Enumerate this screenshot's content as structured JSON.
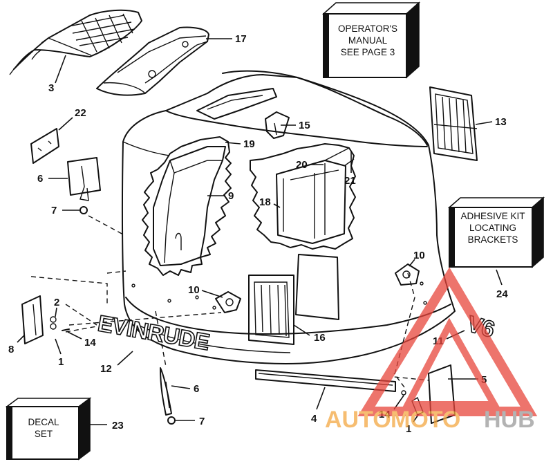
{
  "callouts": {
    "c1a": "1",
    "c1b": "1",
    "c2": "2",
    "c3": "3",
    "c4": "4",
    "c5": "5",
    "c6a": "6",
    "c6b": "6",
    "c7a": "7",
    "c7b": "7",
    "c8": "8",
    "c9": "9",
    "c10a": "10",
    "c10b": "10",
    "c11": "11",
    "c12": "12",
    "c13": "13",
    "c14a": "14",
    "c14b": "14",
    "c15": "15",
    "c16": "16",
    "c17": "17",
    "c18": "18",
    "c19": "19",
    "c20": "20",
    "c21": "21",
    "c22": "22",
    "c23": "23",
    "c24": "24"
  },
  "boxes": {
    "operators_manual": [
      "OPERATOR'S",
      "MANUAL",
      "SEE PAGE 3"
    ],
    "adhesive_kit": [
      "ADHESIVE KIT",
      "LOCATING",
      "BRACKETS"
    ],
    "decal_set": [
      "DECAL",
      "SET"
    ]
  },
  "decals": {
    "brand_logo": "EVINRUDE",
    "v6_badge": "V6"
  },
  "watermark": {
    "text_a": "AUTO",
    "text_b": "MOTO",
    "text_c": "HUB",
    "color_red": "#e8463c",
    "color_orange": "#f4a742",
    "color_gray": "#9a9a9a"
  }
}
